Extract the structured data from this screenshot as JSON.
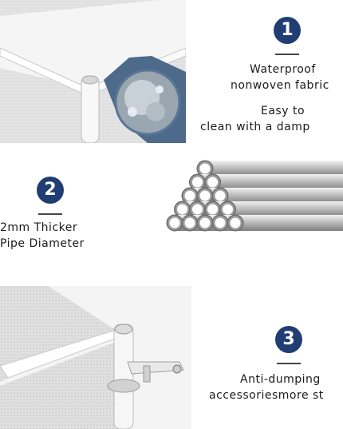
{
  "features": [
    {
      "number": "1",
      "lines": [
        "Waterproof",
        "nonwoven fabric",
        "Easy to",
        "clean with a damp"
      ]
    },
    {
      "number": "2",
      "lines": [
        "2mm Thicker",
        "Pipe Diameter"
      ]
    },
    {
      "number": "3",
      "lines": [
        "Anti-dumping",
        "accessoriesmore st"
      ]
    }
  ],
  "colors": {
    "badge": "#203d74",
    "text": "#1a1a1a"
  }
}
